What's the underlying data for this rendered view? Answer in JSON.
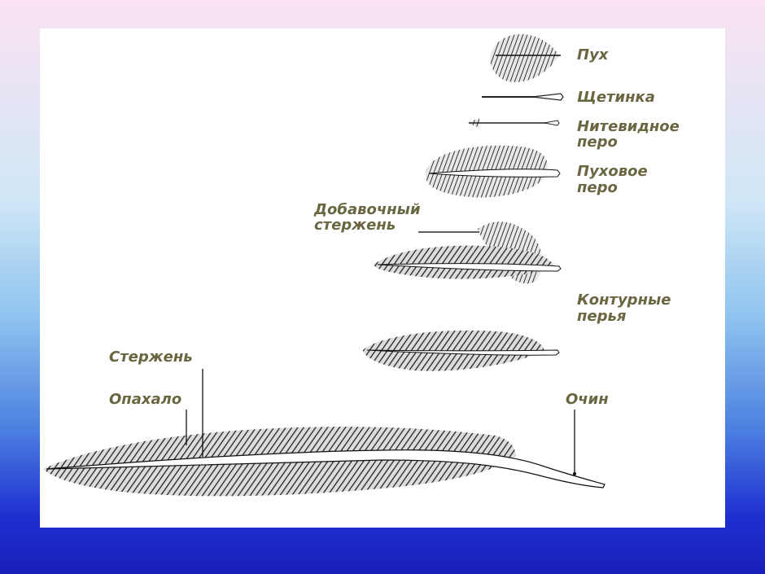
{
  "colors": {
    "label_text": "#6b6642",
    "feather": "#2b2b2b",
    "shaft": "#ffffff",
    "leader": "#000000"
  },
  "labels": {
    "down": "Пух",
    "bristle": "Щетинка",
    "filoplume_line1": "Нитевидное",
    "filoplume_line2": "перо",
    "down_feather_line1": "Пуховое",
    "down_feather_line2": "перо",
    "aftershaft_line1": "Добавочный",
    "aftershaft_line2": "стержень",
    "contour_line1": "Контурные",
    "contour_line2": "перья",
    "rachis": "Стержень",
    "vane": "Опахало",
    "calamus": "Очин"
  }
}
